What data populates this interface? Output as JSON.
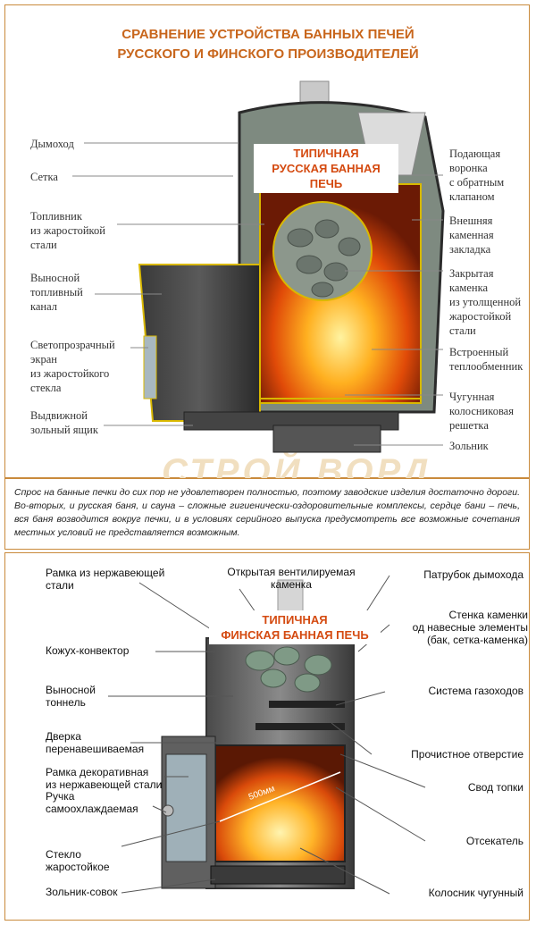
{
  "header": {
    "title_line1": "СРАВНЕНИЕ УСТРОЙСТВА БАННЫХ ПЕЧЕЙ",
    "title_line2": "РУССКОГО И ФИНСКОГО ПРОИЗВОДИТЕЛЕЙ"
  },
  "russian": {
    "stove_title_line1": "ТИПИЧНАЯ",
    "stove_title_line2": "РУССКАЯ БАННАЯ ПЕЧЬ",
    "left_labels": [
      [
        "Дымоход"
      ],
      [
        "Сетка"
      ],
      [
        "Топливник",
        "из жаростойкой",
        "стали"
      ],
      [
        "Выносной",
        "топливный",
        "канал"
      ],
      [
        "Светопрозрачный",
        "экран",
        "из жаростойкого",
        "стекла"
      ],
      [
        "Выдвижной",
        "зольный ящик"
      ]
    ],
    "right_labels": [
      [
        "Подающая",
        "воронка",
        "с обратным",
        "клапаном"
      ],
      [
        "Внешняя",
        "каменная",
        "закладка"
      ],
      [
        "Закрытая",
        "каменка",
        "из утолщенной",
        "жаростойкой",
        "стали"
      ],
      [
        "Встроенный",
        "теплообменник"
      ],
      [
        "Чугунная",
        "колосниковая",
        "решетка"
      ],
      [
        "Зольник"
      ]
    ]
  },
  "note": "Спрос на банные печки до сих пор не удовлетворен полностью, поэтому заводские изделия достаточно дороги. Во-вторых, и русская баня, и сауна – сложные гигиенически-оздоровительные комплексы, сердце бани – печь, вся баня возводится вокруг печки, и в условиях серийного выпуска предусмотреть все возможные сочетания местных условий не представляется возможным.",
  "finnish": {
    "stove_title_line1": "ТИПИЧНАЯ",
    "stove_title_line2": "ФИНСКАЯ БАННАЯ ПЕЧЬ",
    "dimension": "500мм",
    "left_labels": [
      [
        "Рамка из нержавеющей",
        "стали"
      ],
      [
        "Кожух-конвектор"
      ],
      [
        "Выносной",
        "тоннель"
      ],
      [
        "Дверка",
        "перенавешиваемая"
      ],
      [
        "Рамка декоративная",
        "из нержавеющей стали"
      ],
      [
        "Ручка",
        "самоохлаждаемая"
      ],
      [
        "Стекло",
        "жаростойкое"
      ],
      [
        "Зольник-совок"
      ]
    ],
    "top_label": [
      "Открытая вентилируемая",
      "каменка"
    ],
    "right_labels": [
      [
        "Патрубок дымохода"
      ],
      [
        "Стенка каменки",
        "од навесные элементы",
        "(бак, сетка-каменка)"
      ],
      [
        "Система газоходов"
      ],
      [
        "Прочистное отверстие"
      ],
      [
        "Свод топки"
      ],
      [
        "Отсекатель"
      ],
      [
        "Колосник чугунный"
      ]
    ]
  },
  "watermark": "СТРОЙ ВОРД",
  "colors": {
    "title": "#c8661c",
    "stove_title": "#d44a10",
    "border": "#c98a3c"
  }
}
